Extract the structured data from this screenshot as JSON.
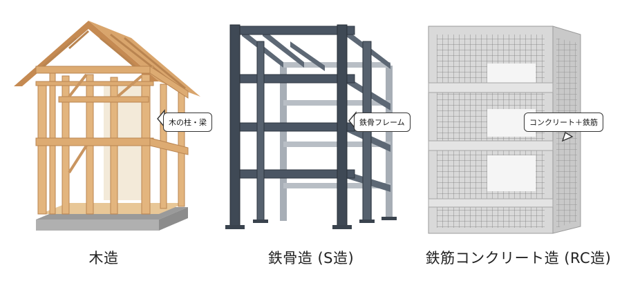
{
  "wood": {
    "caption": "木造",
    "callout": "木の柱・梁"
  },
  "steel": {
    "caption": "鉄骨造 (S造)",
    "callout": "鉄骨フレーム"
  },
  "rc": {
    "caption": "鉄筋コンクリート造 (RC造)",
    "callout": "コンクリート＋鉄筋"
  },
  "colors": {
    "wood": "#e3b57e",
    "wood_dark": "#b98450",
    "steel": "#4a5563",
    "steel_light": "#9aa3ad",
    "concrete": "#d6d6d6",
    "concrete_dark": "#b5b5b5"
  }
}
